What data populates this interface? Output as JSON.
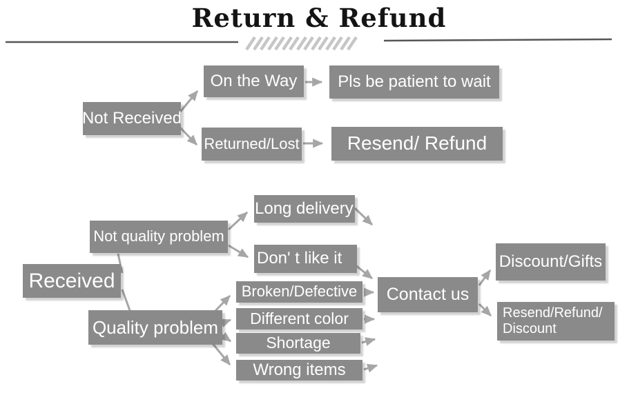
{
  "title": "Return & Refund",
  "colors": {
    "box_bg": "#8a8a8a",
    "box_text": "#ffffff",
    "arrow": "#a6a6a6",
    "title_text": "#141414",
    "rule": "#555555",
    "hatch": "#c6c6c6"
  },
  "nodes": {
    "not_received": "Not Received",
    "on_the_way": "On the Way",
    "pls_wait": "Pls be patient to wait",
    "returned_lost": "Returned/Lost",
    "resend_refund": "Resend/ Refund",
    "received": "Received",
    "not_quality_problem": "Not quality problem",
    "long_delivery": "Long delivery",
    "dont_like_it": "Don' t like it",
    "quality_problem": "Quality problem",
    "broken_defective": "Broken/Defective",
    "different_color": "Different color",
    "shortage": "Shortage",
    "wrong_items": "Wrong items",
    "contact_us": "Contact us",
    "discount_gifts": "Discount/Gifts",
    "resend_refund_discount_line1": "Resend/Refund/",
    "resend_refund_discount_line2": "Discount"
  },
  "edges": [
    {
      "from": "Not Received",
      "to": "On the Way"
    },
    {
      "from": "Not Received",
      "to": "Returned/Lost"
    },
    {
      "from": "On the Way",
      "to": "Pls be patient to wait"
    },
    {
      "from": "Returned/Lost",
      "to": "Resend/ Refund"
    },
    {
      "from": "Received",
      "to": "Not quality problem"
    },
    {
      "from": "Received",
      "to": "Quality problem"
    },
    {
      "from": "Not quality problem",
      "to": "Long delivery"
    },
    {
      "from": "Not quality problem",
      "to": "Don' t like it"
    },
    {
      "from": "Long delivery",
      "to": "Contact us"
    },
    {
      "from": "Don' t like it",
      "to": "Contact us"
    },
    {
      "from": "Quality problem",
      "to": "Broken/Defective"
    },
    {
      "from": "Quality problem",
      "to": "Different color"
    },
    {
      "from": "Quality problem",
      "to": "Shortage"
    },
    {
      "from": "Quality problem",
      "to": "Wrong items"
    },
    {
      "from": "Broken/Defective",
      "to": "Contact us"
    },
    {
      "from": "Different color",
      "to": "Contact us"
    },
    {
      "from": "Shortage",
      "to": "Contact us"
    },
    {
      "from": "Wrong items",
      "to": "Contact us"
    },
    {
      "from": "Contact us",
      "to": "Discount/Gifts"
    },
    {
      "from": "Contact us",
      "to": "Resend/Refund/Discount"
    }
  ]
}
